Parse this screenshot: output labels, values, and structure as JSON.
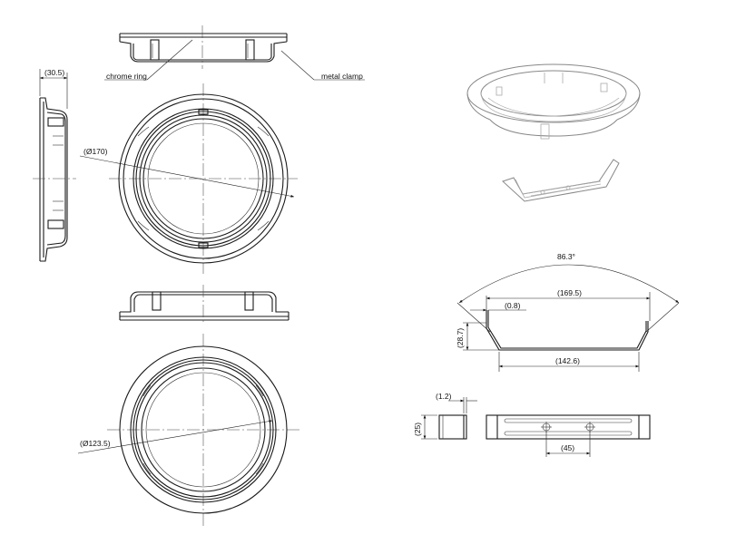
{
  "labels": {
    "chrome_ring": "chrome ring",
    "metal_clamp": "metal clamp",
    "depth": "(30.5)",
    "dia_outer": "(Ø170)",
    "dia_inner": "(Ø123.5)",
    "angle": "86.3°",
    "clamp_width": "(169.5)",
    "clamp_thickness": "(0.8)",
    "clamp_height": "(28.7)",
    "clamp_base": "(142.6)",
    "clip_thickness": "(1.2)",
    "clip_height": "(25)",
    "hole_spacing": "(45)"
  }
}
